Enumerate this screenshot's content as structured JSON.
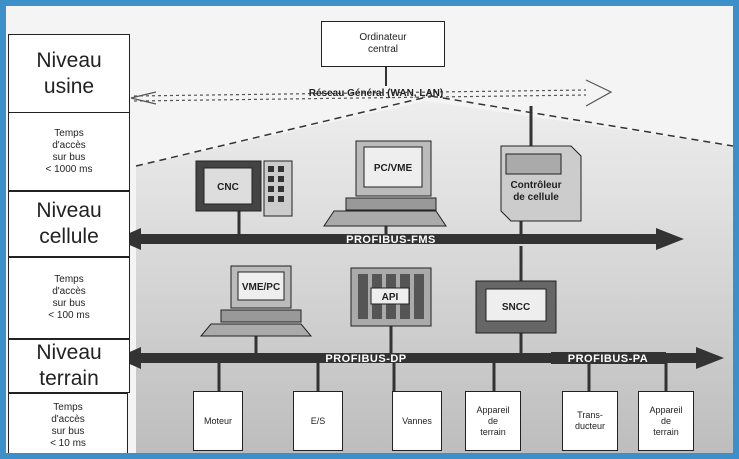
{
  "top": {
    "box_lines": [
      "Ordinateur",
      "central"
    ]
  },
  "plant_network": "Réseau Général (WAN, LAN)",
  "levels": [
    {
      "line1": "Niveau",
      "line2": "usine"
    },
    {
      "line1": "Niveau",
      "line2": "cellule"
    },
    {
      "line1": "Niveau",
      "line2": "terrain"
    }
  ],
  "access_times": [
    {
      "lines": [
        "Temps",
        "d'accès",
        "sur bus",
        "< 1000 ms"
      ]
    },
    {
      "lines": [
        "Temps",
        "d'accès",
        "sur bus",
        "< 100 ms"
      ]
    },
    {
      "lines": [
        "Temps",
        "d'accès",
        "sur bus",
        "< 10 ms"
      ]
    }
  ],
  "buses": {
    "cell": "PROFIBUS-FMS",
    "field": "PROFIBUS-DP",
    "pa": "PROFIBUS-PA"
  },
  "devices": {
    "cnc": "CNC",
    "pc_vme": "PC/VME",
    "cell_controller": [
      "Contrôleur",
      "de cellule"
    ],
    "vme_pc": "VME/PC",
    "plc": "API",
    "sncc": "SNCC"
  },
  "field_nodes": [
    {
      "lines": [
        "Moteur"
      ]
    },
    {
      "lines": [
        "E/S"
      ]
    },
    {
      "lines": [
        "Vannes"
      ]
    },
    {
      "lines": [
        "Appareil",
        "de",
        "terrain"
      ]
    },
    {
      "lines": [
        "Trans-",
        "ducteur"
      ]
    },
    {
      "lines": [
        "Appareil",
        "de",
        "terrain"
      ]
    }
  ],
  "colors": {
    "frame": "#3d8fc9",
    "bus": "#333333",
    "background": "#f4f4f4"
  }
}
